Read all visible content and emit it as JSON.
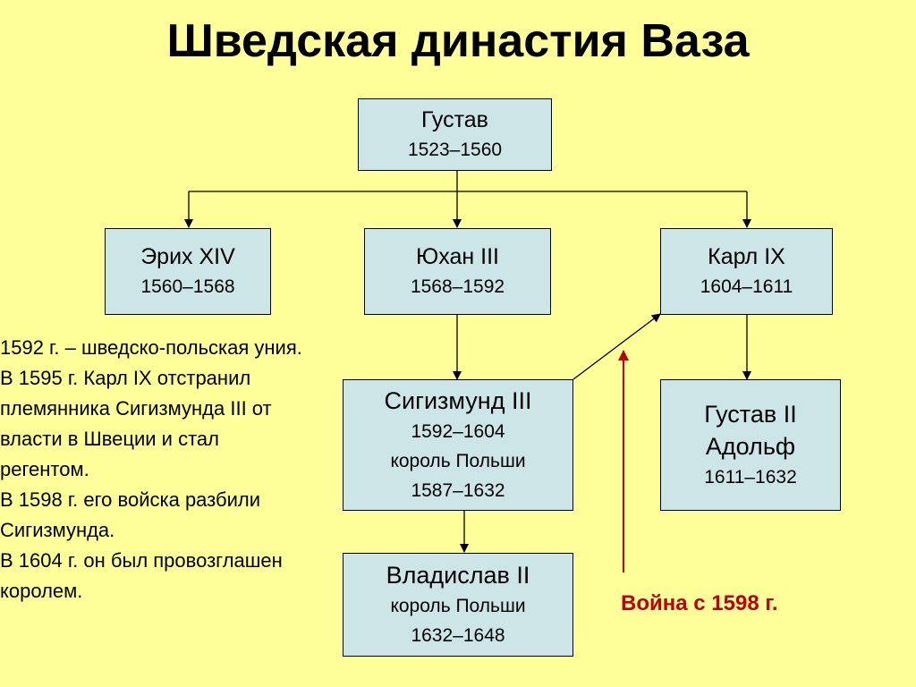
{
  "title": "Шведская династия Ваза",
  "people": {
    "gustav": {
      "name": "Густав",
      "years": "1523–1560"
    },
    "erik": {
      "name": "Эрих XIV",
      "years": "1560–1568"
    },
    "johan": {
      "name": "Юхан III",
      "years": "1568–1592"
    },
    "karl": {
      "name": "Карл IX",
      "years": "1604–1611"
    },
    "sigismund": {
      "name": "Сигизмунд III",
      "years": "1592–1604",
      "role": "король Польши",
      "role_years": "1587–1632"
    },
    "gustav_adolf": {
      "name_line1": "Густав II",
      "name_line2": "Адольф",
      "years": "1611–1632"
    },
    "wladyslaw": {
      "name": "Владислав II",
      "role": "король Польши",
      "years": "1632–1648"
    }
  },
  "notes": [
    "1592 г. – шведско-польская уния.",
    "В 1595 г. Карл IX отстранил племянника Сигизмунда III от власти в Швеции и стал регентом.",
    "В 1598 г. его войска разбили Сигизмунда.",
    "В 1604 г. он был провозглашен королем."
  ],
  "war_label": "Война с 1598 г.",
  "colors": {
    "background": "#FFFF99",
    "box_fill": "#CCE6E8",
    "war": "#C00000"
  }
}
